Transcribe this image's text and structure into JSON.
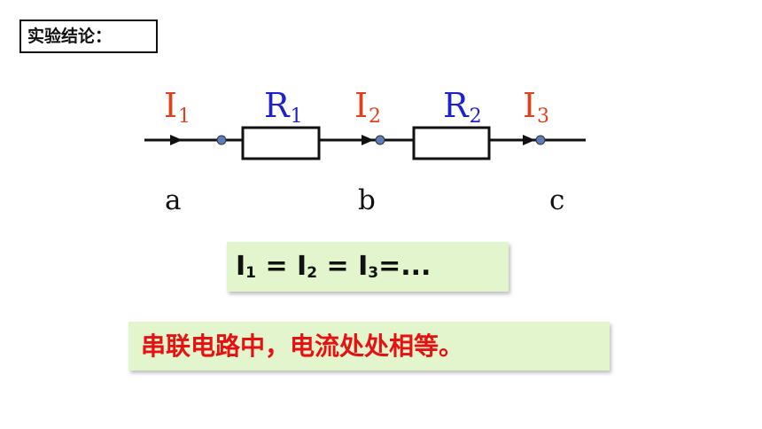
{
  "title": "实验结论：",
  "labels": {
    "i1": "I",
    "i1_sub": "1",
    "r1": "R",
    "r1_sub": "1",
    "i2": "I",
    "i2_sub": "2",
    "r2": "R",
    "r2_sub": "2",
    "i3": "I",
    "i3_sub": "3",
    "point_a": "a",
    "point_b": "b",
    "point_c": "c"
  },
  "formula": {
    "p1": "I",
    "s1": "1",
    "eq1": " = ",
    "p2": "I",
    "s2": "2",
    "eq2": " = ",
    "p3": "I",
    "s3": "3",
    "tail": "=..."
  },
  "conclusion": "串联电路中，电流处处相等。",
  "colors": {
    "current_label": "#e0401a",
    "resistor_label": "#1e22cc",
    "conclusion_text": "#e81010",
    "box_fill": "#e3f5cc",
    "node_fill": "#5b7fb8"
  }
}
